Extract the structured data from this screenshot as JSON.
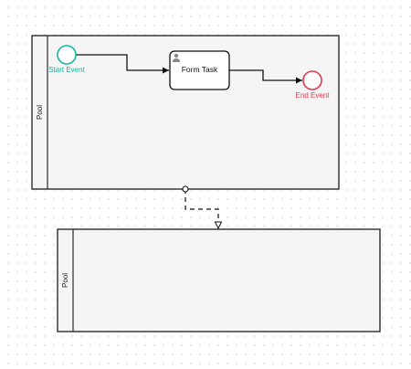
{
  "pools": [
    {
      "label": "Pool"
    },
    {
      "label": "Pool"
    }
  ],
  "start_event": {
    "label": "Start Event",
    "color": "#14b89a"
  },
  "end_event": {
    "label": "End Event",
    "color": "#e03a4e"
  },
  "task": {
    "label": "Form Task",
    "icon": "user-icon"
  },
  "colors": {
    "line": "#111111",
    "pool_fill": "#f5f5f5",
    "pool_stroke": "#2b2b2b"
  }
}
